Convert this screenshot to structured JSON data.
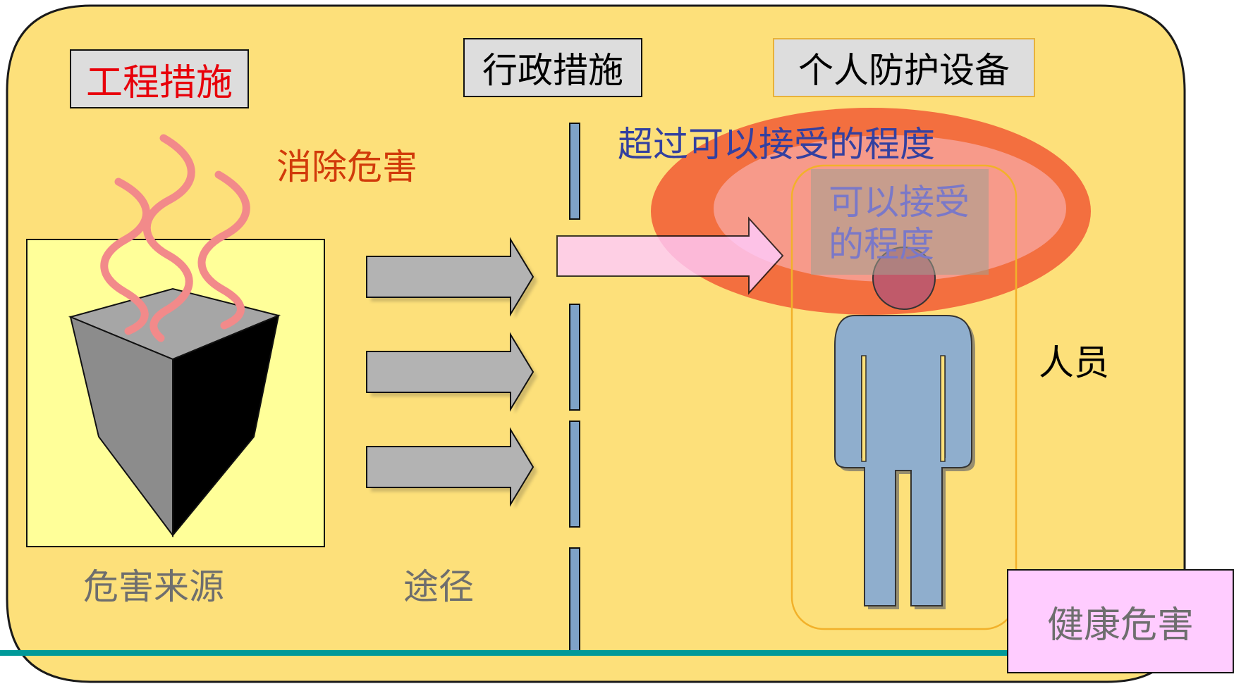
{
  "controls": {
    "engineering": "工程措施",
    "administrative": "行政措施",
    "ppe": "个人防护设备"
  },
  "labels": {
    "eliminate_hazard": "消除危害",
    "exceed_acceptable": "超过可以接受的程度",
    "acceptable_line1": "可以接受",
    "acceptable_line2": "的程度",
    "hazard_source": "危害来源",
    "pathway": "途径",
    "personnel": "人员",
    "health_hazard": "健康危害"
  },
  "colors": {
    "background_panel": "#FDE07A",
    "source_box": "#FFFF99",
    "label_box_gray": "#DDDDDD",
    "engineering_text": "#E8000A",
    "eliminate_text": "#D13A0A",
    "exceed_text": "#3340A0",
    "acceptable_text": "#7A78C8",
    "muted_text": "#6E6E6E",
    "arrow_gray": "#B3B3B3",
    "arrow_pink": "#FFCCFF",
    "barrier_blue": "#7FA3C8",
    "person_blue": "#8FAECD",
    "ellipse_red": "#F2663A",
    "ellipse_pink": "#F79C8E",
    "acceptable_box": "#A0A090",
    "health_box": "#FFCCFF",
    "teal_line": "#009999"
  }
}
